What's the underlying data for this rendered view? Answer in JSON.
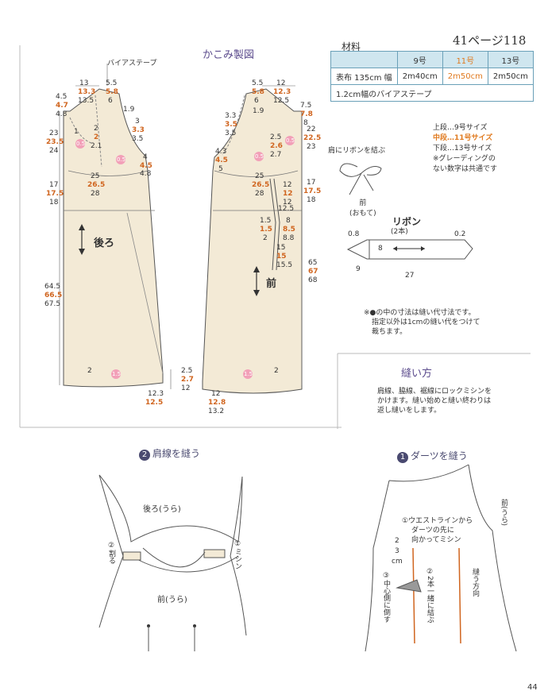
{
  "section_title": "かこみ製図",
  "page_ref": "41ページ118",
  "materials": {
    "title": "材料",
    "headers": [
      "",
      "9号",
      "11号",
      "13号"
    ],
    "fabric_label": "表布 135cm 幅",
    "fabric_values": [
      "2m40cm",
      "2m50cm",
      "2m50cm"
    ],
    "bias_tape": "1.2cm幅のバイアステープ"
  },
  "size_legend": [
    "上段…9号サイズ",
    "中段…11号サイズ",
    "下段…13号サイズ",
    "※グレーディングの",
    "ない数字は共通です"
  ],
  "ribbon": {
    "note": "肩にリボンを結ぶ",
    "front_label": "前",
    "front_label2": "(おもて)",
    "title": "リボン",
    "count": "(2本)",
    "dims": [
      "0.8",
      "0.2",
      "8",
      "9",
      "27"
    ]
  },
  "seam_note": [
    "※●の中の寸法は縫い代寸法です。",
    "指定以外は1cmの縫い代をつけて",
    "裁ちます。"
  ],
  "sewing": {
    "title": "縫い方",
    "text": [
      "肩線、脇線、裾線にロックミシンを",
      "かけます。縫い始めと縫い終わりは",
      "返し縫いをします。"
    ]
  },
  "pattern": {
    "bias_label": "バイアステープ",
    "back_label": "後ろ",
    "front_label": "前",
    "back_left": [
      "13",
      "13.3",
      "13.5",
      "4.5",
      "4.7",
      "4.8",
      "23",
      "23.5",
      "24",
      "17",
      "17.5",
      "18",
      "64.5",
      "66.5",
      "67.5"
    ],
    "back_inner": [
      "5.5",
      "5.8",
      "6",
      "1.9",
      "3",
      "3.3",
      "3.5",
      "4",
      "4.5",
      "4.8",
      "2",
      "2",
      "2.1",
      "25",
      "26.5",
      "28",
      "1",
      "2",
      "2.5",
      "2.7",
      "12",
      "12.3",
      "12.5"
    ],
    "front_dims": [
      "5.5",
      "5.8",
      "6",
      "12",
      "12.3",
      "12.5",
      "3.3",
      "3.5",
      "3.5",
      "4.3",
      "4.5",
      "5",
      "2.5",
      "2.6",
      "2.7",
      "1.9",
      "25",
      "26.5",
      "28",
      "7.5",
      "7.8",
      "8",
      "22",
      "22.5",
      "23",
      "17",
      "17.5",
      "18",
      "12",
      "12",
      "12",
      "12.5",
      "1.5",
      "1.5",
      "2",
      "8",
      "8.5",
      "8.8",
      "15",
      "15",
      "15.5",
      "65",
      "67",
      "68",
      "2",
      "12",
      "12.8",
      "13.2"
    ],
    "seam_allowances": [
      "0.5",
      "0.5",
      "0.5",
      "1.5",
      "0.5",
      "1.5"
    ]
  },
  "step2": {
    "title": "肩線を縫う",
    "num": "2",
    "back": "後ろ(うら)",
    "front": "前(うら)",
    "split": "②割る",
    "sew": "①ミシン"
  },
  "step1": {
    "title": "ダーツを縫う",
    "num": "1",
    "instr1": "①ウエストラインから",
    "instr2": "ダーツの先に",
    "instr3": "向かってミシン",
    "dims": [
      "2",
      "3",
      "cm"
    ],
    "inner": "③中心側に倒す",
    "knot": "②2本一緒に結ぶ",
    "direction": "縫う方向",
    "front": "前(うら)"
  },
  "page_number": "44",
  "colors": {
    "fabric": "#f3ead6",
    "accent": "#e07a1f",
    "pink": "#f2a0b8",
    "title": "#5a4a8c"
  }
}
